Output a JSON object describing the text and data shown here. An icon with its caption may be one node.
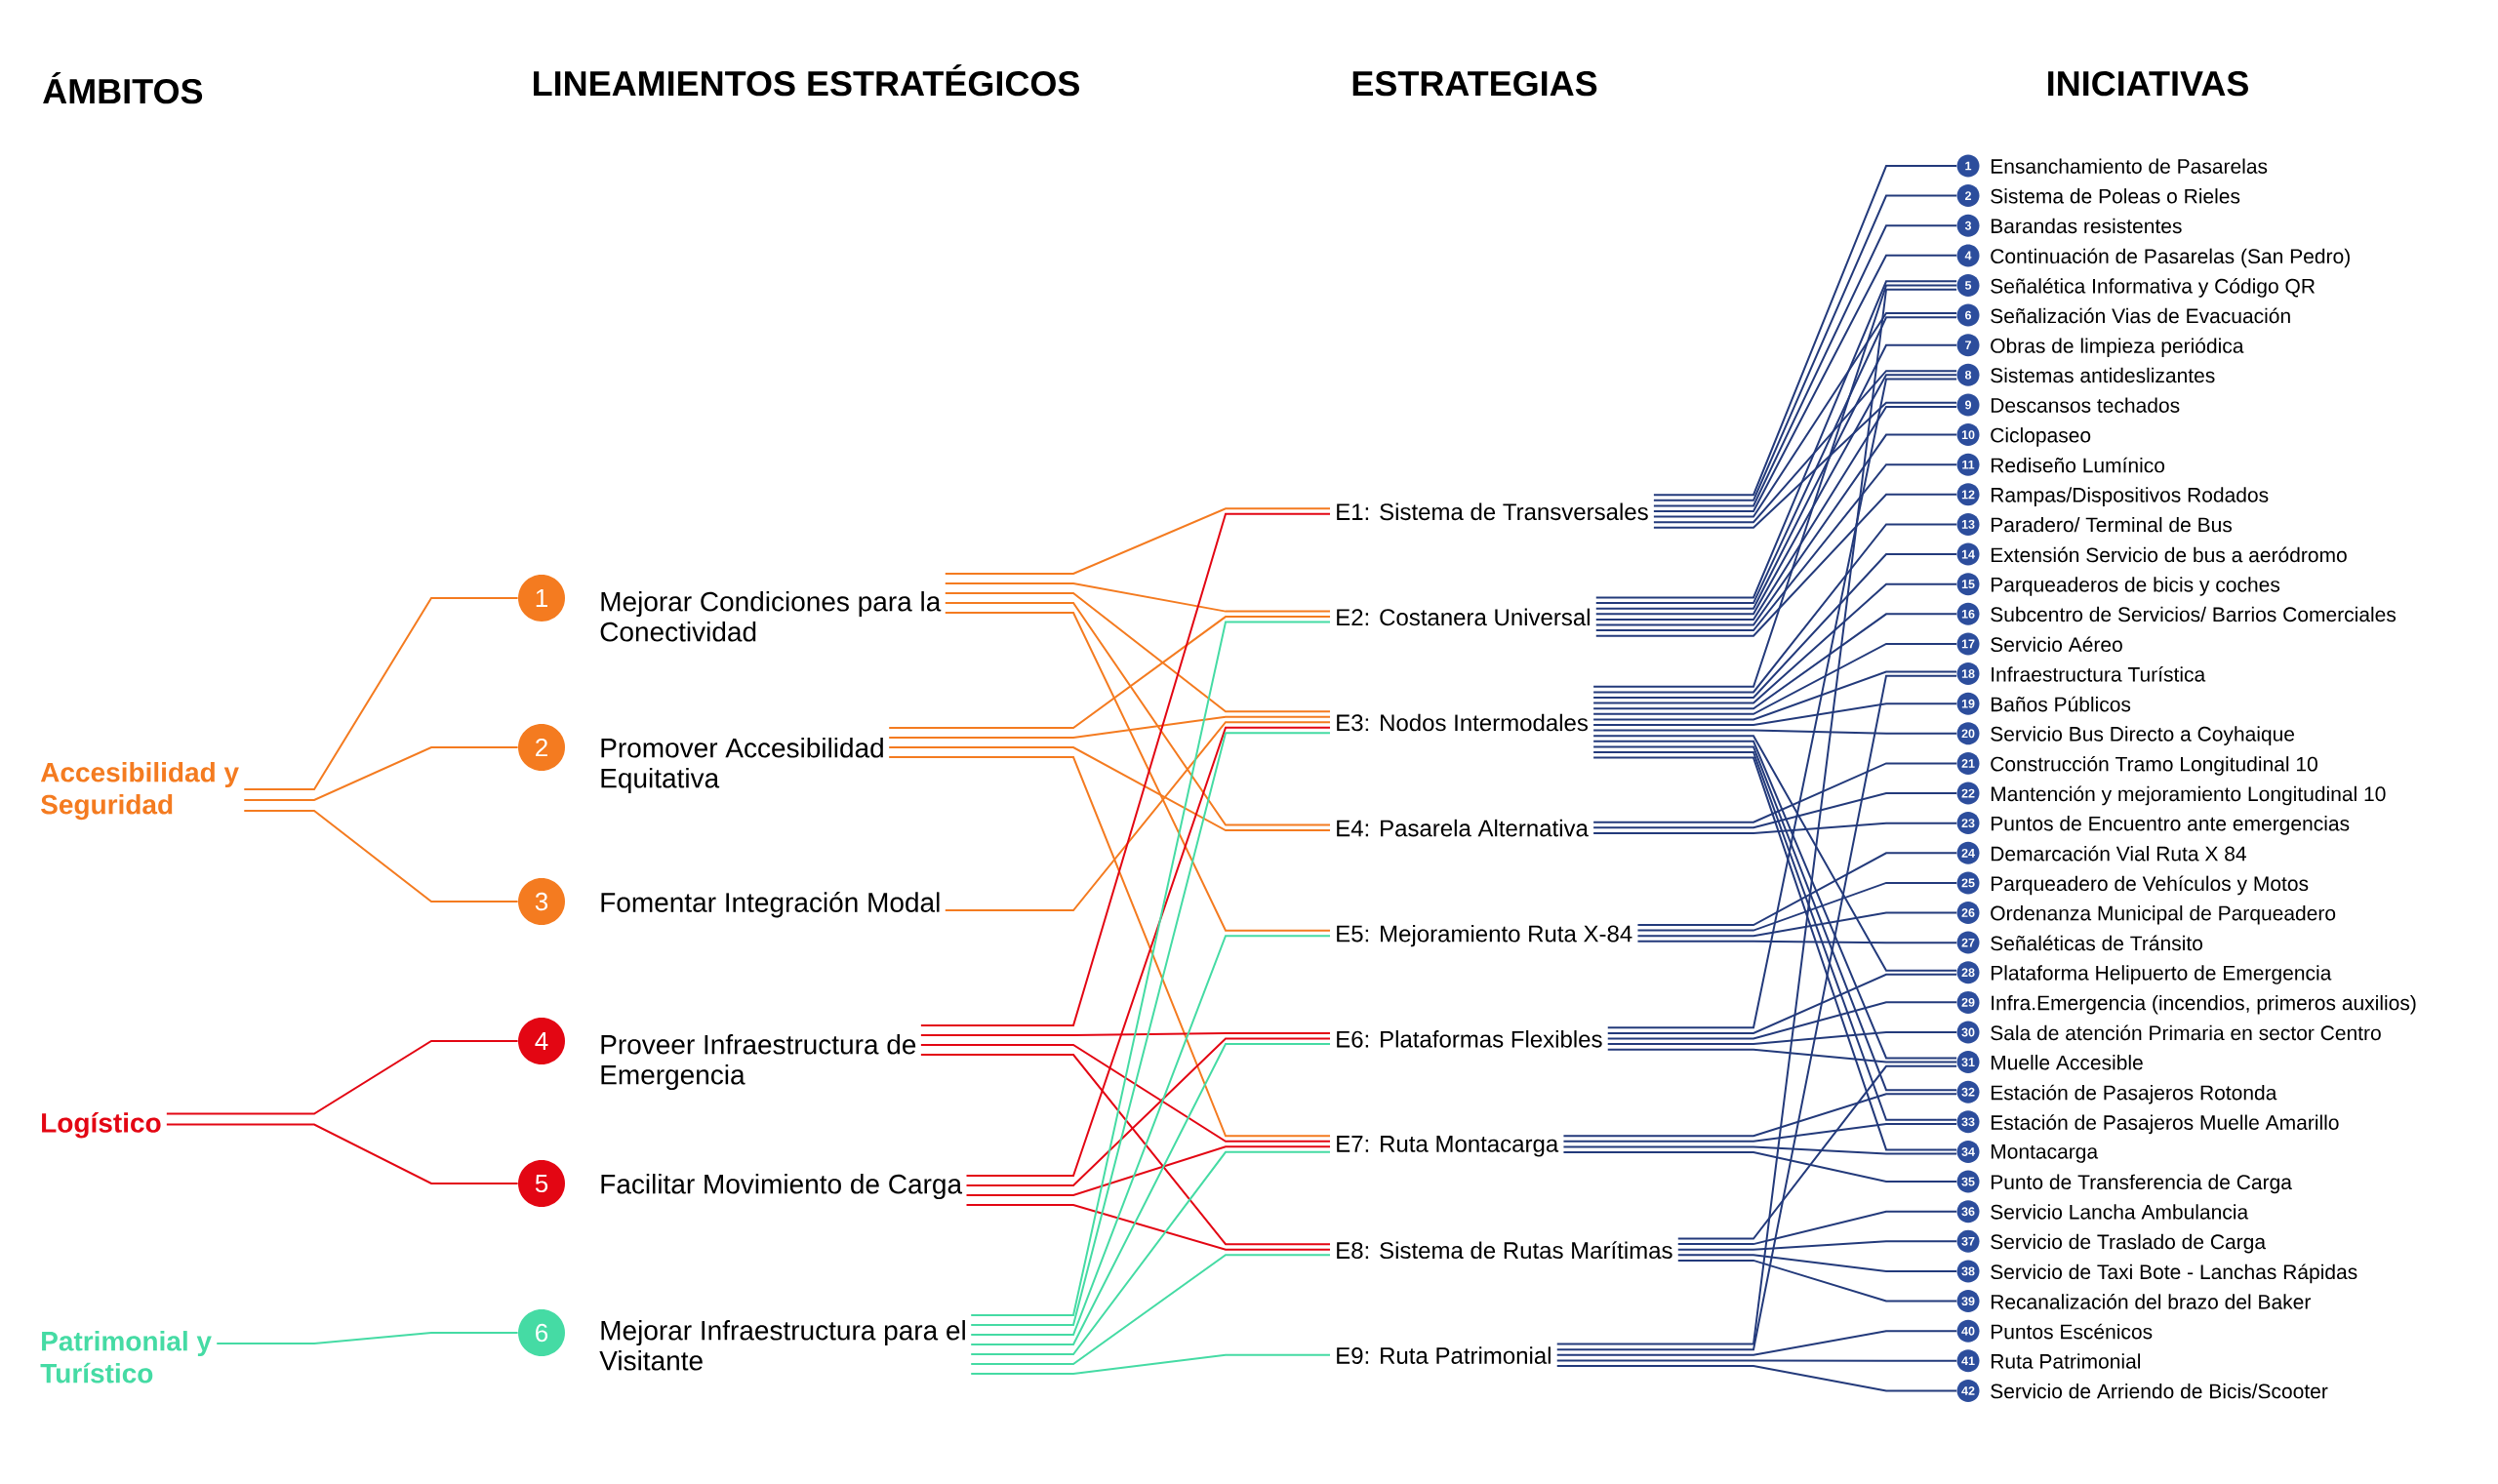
{
  "diagram": {
    "nodes": [
      {
        "text": [
          "Accesibilidad y Seguridad"
        ]
      },
      {
        "text": [
          "Logístico"
        ]
      },
      {
        "text": [
          "Patrimonial y Turístico"
        ]
      },
      {
        "text": [
          "1",
          "Mejorar Condiciones para la Conectividad"
        ]
      },
      {
        "text": [
          "2",
          "Promover Accesibilidad Equitativa"
        ]
      },
      {
        "text": [
          "3",
          "Fomentar Integración Modal"
        ]
      },
      {
        "text": [
          "4",
          "Proveer Infraestructura de Emergencia"
        ]
      },
      {
        "text": [
          "5",
          "Facilitar Movimiento de Carga"
        ]
      },
      {
        "text": [
          "6",
          "Mejorar Infraestructura para el Visitante"
        ]
      },
      {
        "text": [
          "E1: Sistema de Transversales"
        ]
      },
      {
        "text": [
          "E2: Costanera Universal"
        ]
      },
      {
        "text": [
          "E3: Nodos Intermodales"
        ]
      },
      {
        "text": [
          "E4: Pasarela Alternativa"
        ]
      },
      {
        "text": [
          "E5: Mejoramiento Ruta X-84"
        ]
      },
      {
        "text": [
          "E6: Plataformas Flexibles"
        ]
      },
      {
        "text": [
          "E7: Ruta Montacarga"
        ]
      },
      {
        "text": [
          "E8: Sistema de Rutas Marítimas"
        ]
      },
      {
        "text": [
          "E9: Ruta Patrimonial"
        ]
      },
      {
        "text": [
          "1",
          "Ensanchamiento de Pasarelas"
        ]
      },
      {
        "text": [
          "2",
          "Sistema de Poleas o Rieles"
        ]
      },
      {
        "text": [
          "3",
          "Barandas resistentes"
        ]
      },
      {
        "text": [
          "4",
          "Continuación de Pasarelas (San Pedro)"
        ]
      },
      {
        "text": [
          "5",
          "Señalética Informativa y Código QR"
        ]
      },
      {
        "text": [
          "6",
          "Señalización Vias de Evacuación"
        ]
      },
      {
        "text": [
          "7",
          "Obras de limpieza periódica"
        ]
      },
      {
        "text": [
          "8",
          "Sistemas antideslizantes"
        ]
      },
      {
        "text": [
          "9",
          "Descansos techados"
        ]
      },
      {
        "text": [
          "10",
          "Ciclopaseo"
        ]
      },
      {
        "text": [
          "11",
          "Rediseño Lumínico"
        ]
      },
      {
        "text": [
          "12",
          "Rampas/Dispositivos Rodados"
        ]
      },
      {
        "text": [
          "13",
          "Paradero/ Terminal de Bus"
        ]
      },
      {
        "text": [
          "14",
          "Extensión Servicio de bus a aeródromo"
        ]
      },
      {
        "text": [
          "15",
          "Parqueaderos de bicis y coches"
        ]
      },
      {
        "text": [
          "16",
          "Subcentro de Servicios/ Barrios Comerciales"
        ]
      },
      {
        "text": [
          "17",
          "Servicio Aéreo"
        ]
      },
      {
        "text": [
          "18",
          "Infraestructura Turística"
        ]
      },
      {
        "text": [
          "19",
          "Baños Públicos"
        ]
      },
      {
        "text": [
          "20",
          "Servicio Bus Directo a Coyhaique"
        ]
      },
      {
        "text": [
          "21",
          "Construcción Tramo Longitudinal 10"
        ]
      },
      {
        "text": [
          "22",
          "Mantención y mejoramiento Longitudinal 10"
        ]
      },
      {
        "text": [
          "23",
          "Puntos de Encuentro ante emergencias"
        ]
      },
      {
        "text": [
          "24",
          "Demarcación Vial Ruta X 84"
        ]
      },
      {
        "text": [
          "25",
          "Parqueadero de Vehículos y Motos"
        ]
      },
      {
        "text": [
          "26",
          "Ordenanza Municipal de Parqueadero"
        ]
      },
      {
        "text": [
          "27",
          "Señaléticas de Tránsito"
        ]
      },
      {
        "text": [
          "28",
          "Plataforma Helipuerto de Emergencia"
        ]
      },
      {
        "text": [
          "29",
          "Infra.Emergencia (incendios, primeros auxilios)"
        ]
      },
      {
        "text": [
          "30",
          "Sala de atención Primaria en sector Centro"
        ]
      },
      {
        "text": [
          "31",
          "Muelle Accesible"
        ]
      },
      {
        "text": [
          "32",
          "Estación de Pasajeros Rotonda"
        ]
      },
      {
        "text": [
          "33",
          "Estación de Pasajeros Muelle Amarillo"
        ]
      },
      {
        "text": [
          "34",
          "Montacarga"
        ]
      },
      {
        "text": [
          "35",
          "Punto de Transferencia de Carga"
        ]
      },
      {
        "text": [
          "36",
          "Servicio Lancha Ambulancia"
        ]
      },
      {
        "text": [
          "37",
          "Servicio de Traslado de Carga"
        ]
      },
      {
        "text": [
          "38",
          "Servicio de Taxi Bote - Lanchas Rápidas"
        ]
      },
      {
        "text": [
          "39",
          "Recanalización del brazo del Baker"
        ]
      },
      {
        "text": [
          "40",
          "Puntos Escénicos"
        ]
      },
      {
        "text": [
          "41",
          "Ruta Patrimonial"
        ]
      },
      {
        "text": [
          "42",
          "Servicio de Arriendo de Bicis/Scooter"
        ]
      }
    ],
    "edges": [
      {
        "from": 0,
        "to": 3,
        "arrow": "none",
        "color": "#f47b20"
      },
      {
        "from": 0,
        "to": 4,
        "arrow": "none",
        "color": "#f47b20"
      },
      {
        "from": 0,
        "to": 5,
        "arrow": "none",
        "color": "#f47b20"
      },
      {
        "from": 1,
        "to": 6,
        "arrow": "none",
        "color": "#e30613"
      },
      {
        "from": 1,
        "to": 7,
        "arrow": "none",
        "color": "#e30613"
      },
      {
        "from": 2,
        "to": 8,
        "arrow": "none",
        "color": "#45dba4"
      },
      {
        "from": 3,
        "to": 9,
        "arrow": "none",
        "color": "#f47b20"
      },
      {
        "from": 3,
        "to": 10,
        "arrow": "none",
        "color": "#f47b20"
      },
      {
        "from": 3,
        "to": 11,
        "arrow": "none",
        "color": "#f47b20"
      },
      {
        "from": 3,
        "to": 12,
        "arrow": "none",
        "color": "#f47b20"
      },
      {
        "from": 3,
        "to": 13,
        "arrow": "none",
        "color": "#f47b20"
      },
      {
        "from": 4,
        "to": 10,
        "arrow": "none",
        "color": "#f47b20"
      },
      {
        "from": 4,
        "to": 11,
        "arrow": "none",
        "color": "#f47b20"
      },
      {
        "from": 4,
        "to": 12,
        "arrow": "none",
        "color": "#f47b20"
      },
      {
        "from": 4,
        "to": 15,
        "arrow": "none",
        "color": "#f47b20"
      },
      {
        "from": 5,
        "to": 11,
        "arrow": "none",
        "color": "#f47b20"
      },
      {
        "from": 6,
        "to": 9,
        "arrow": "none",
        "color": "#e30613"
      },
      {
        "from": 6,
        "to": 14,
        "arrow": "none",
        "color": "#e30613"
      },
      {
        "from": 6,
        "to": 15,
        "arrow": "none",
        "color": "#e30613"
      },
      {
        "from": 6,
        "to": 16,
        "arrow": "none",
        "color": "#e30613"
      },
      {
        "from": 7,
        "to": 11,
        "arrow": "none",
        "color": "#e30613"
      },
      {
        "from": 7,
        "to": 14,
        "arrow": "none",
        "color": "#e30613"
      },
      {
        "from": 7,
        "to": 15,
        "arrow": "none",
        "color": "#e30613"
      },
      {
        "from": 7,
        "to": 16,
        "arrow": "none",
        "color": "#e30613"
      },
      {
        "from": 8,
        "to": 10,
        "arrow": "none",
        "color": "#45dba4"
      },
      {
        "from": 8,
        "to": 11,
        "arrow": "none",
        "color": "#45dba4"
      },
      {
        "from": 8,
        "to": 13,
        "arrow": "none",
        "color": "#45dba4"
      },
      {
        "from": 8,
        "to": 14,
        "arrow": "none",
        "color": "#45dba4"
      },
      {
        "from": 8,
        "to": 15,
        "arrow": "none",
        "color": "#45dba4"
      },
      {
        "from": 8,
        "to": 16,
        "arrow": "none",
        "color": "#45dba4"
      },
      {
        "from": 8,
        "to": 17,
        "arrow": "none",
        "color": "#45dba4"
      },
      {
        "from": 9,
        "to": 18,
        "arrow": "none"
      },
      {
        "from": 9,
        "to": 19,
        "arrow": "none"
      },
      {
        "from": 9,
        "to": 20,
        "arrow": "none"
      },
      {
        "from": 9,
        "to": 21,
        "arrow": "none"
      },
      {
        "from": 9,
        "to": 23,
        "arrow": "none"
      },
      {
        "from": 9,
        "to": 25,
        "arrow": "none"
      },
      {
        "from": 9,
        "to": 26,
        "arrow": "none"
      },
      {
        "from": 10,
        "to": 22,
        "arrow": "none"
      },
      {
        "from": 10,
        "to": 23,
        "arrow": "none"
      },
      {
        "from": 10,
        "to": 24,
        "arrow": "none"
      },
      {
        "from": 10,
        "to": 25,
        "arrow": "none"
      },
      {
        "from": 10,
        "to": 26,
        "arrow": "none"
      },
      {
        "from": 10,
        "to": 27,
        "arrow": "none"
      },
      {
        "from": 10,
        "to": 28,
        "arrow": "none"
      },
      {
        "from": 10,
        "to": 29,
        "arrow": "none"
      },
      {
        "from": 11,
        "to": 22,
        "arrow": "none"
      },
      {
        "from": 11,
        "to": 30,
        "arrow": "none"
      },
      {
        "from": 11,
        "to": 31,
        "arrow": "none"
      },
      {
        "from": 11,
        "to": 32,
        "arrow": "none"
      },
      {
        "from": 11,
        "to": 33,
        "arrow": "none"
      },
      {
        "from": 11,
        "to": 34,
        "arrow": "none"
      },
      {
        "from": 11,
        "to": 35,
        "arrow": "none"
      },
      {
        "from": 11,
        "to": 36,
        "arrow": "none"
      },
      {
        "from": 11,
        "to": 37,
        "arrow": "none"
      },
      {
        "from": 11,
        "to": 45,
        "arrow": "none"
      },
      {
        "from": 11,
        "to": 48,
        "arrow": "none"
      },
      {
        "from": 11,
        "to": 49,
        "arrow": "none"
      },
      {
        "from": 11,
        "to": 50,
        "arrow": "none"
      },
      {
        "from": 11,
        "to": 51,
        "arrow": "none"
      },
      {
        "from": 12,
        "to": 38,
        "arrow": "none"
      },
      {
        "from": 12,
        "to": 39,
        "arrow": "none"
      },
      {
        "from": 12,
        "to": 40,
        "arrow": "none"
      },
      {
        "from": 13,
        "to": 41,
        "arrow": "none"
      },
      {
        "from": 13,
        "to": 42,
        "arrow": "none"
      },
      {
        "from": 13,
        "to": 43,
        "arrow": "none"
      },
      {
        "from": 13,
        "to": 44,
        "arrow": "none"
      },
      {
        "from": 14,
        "to": 25,
        "arrow": "none"
      },
      {
        "from": 14,
        "to": 45,
        "arrow": "none"
      },
      {
        "from": 14,
        "to": 46,
        "arrow": "none"
      },
      {
        "from": 14,
        "to": 47,
        "arrow": "none"
      },
      {
        "from": 14,
        "to": 48,
        "arrow": "none"
      },
      {
        "from": 15,
        "to": 49,
        "arrow": "none"
      },
      {
        "from": 15,
        "to": 50,
        "arrow": "none"
      },
      {
        "from": 15,
        "to": 51,
        "arrow": "none"
      },
      {
        "from": 15,
        "to": 52,
        "arrow": "none"
      },
      {
        "from": 16,
        "to": 48,
        "arrow": "none"
      },
      {
        "from": 16,
        "to": 53,
        "arrow": "none"
      },
      {
        "from": 16,
        "to": 54,
        "arrow": "none"
      },
      {
        "from": 16,
        "to": 55,
        "arrow": "none"
      },
      {
        "from": 16,
        "to": 56,
        "arrow": "none"
      },
      {
        "from": 17,
        "to": 22,
        "arrow": "none"
      },
      {
        "from": 17,
        "to": 35,
        "arrow": "none"
      },
      {
        "from": 17,
        "to": 57,
        "arrow": "none"
      },
      {
        "from": 17,
        "to": 58,
        "arrow": "none"
      },
      {
        "from": 17,
        "to": 59,
        "arrow": "none"
      }
    ],
    "labels": [
      "ÁMBITOS",
      "LINEAMIENTOS ESTRATÉGICOS",
      "ESTRATEGIAS",
      "INICIATIVAS"
    ]
  }
}
